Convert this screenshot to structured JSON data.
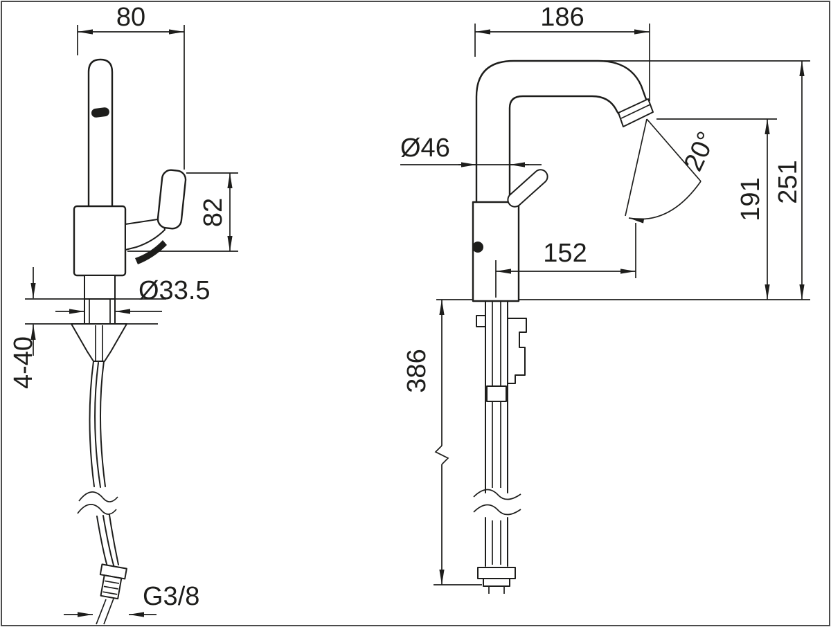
{
  "drawing": {
    "background": "#ffffff",
    "line_color": "#1d1d1b",
    "side_view": {
      "dim_spout_offset": "80",
      "dim_handle_height": "82",
      "dim_base_diameter": "Ø33.5",
      "dim_mounting_thickness": "4-40",
      "dim_hose_thread": "G3/8"
    },
    "front_view": {
      "dim_spout_reach_top": "186",
      "dim_body_diameter": "Ø46",
      "dim_swivel_angle": "20°",
      "dim_spout_reach": "152",
      "dim_outlet_height": "191",
      "dim_total_height": "251",
      "dim_below_deck": "386"
    }
  }
}
